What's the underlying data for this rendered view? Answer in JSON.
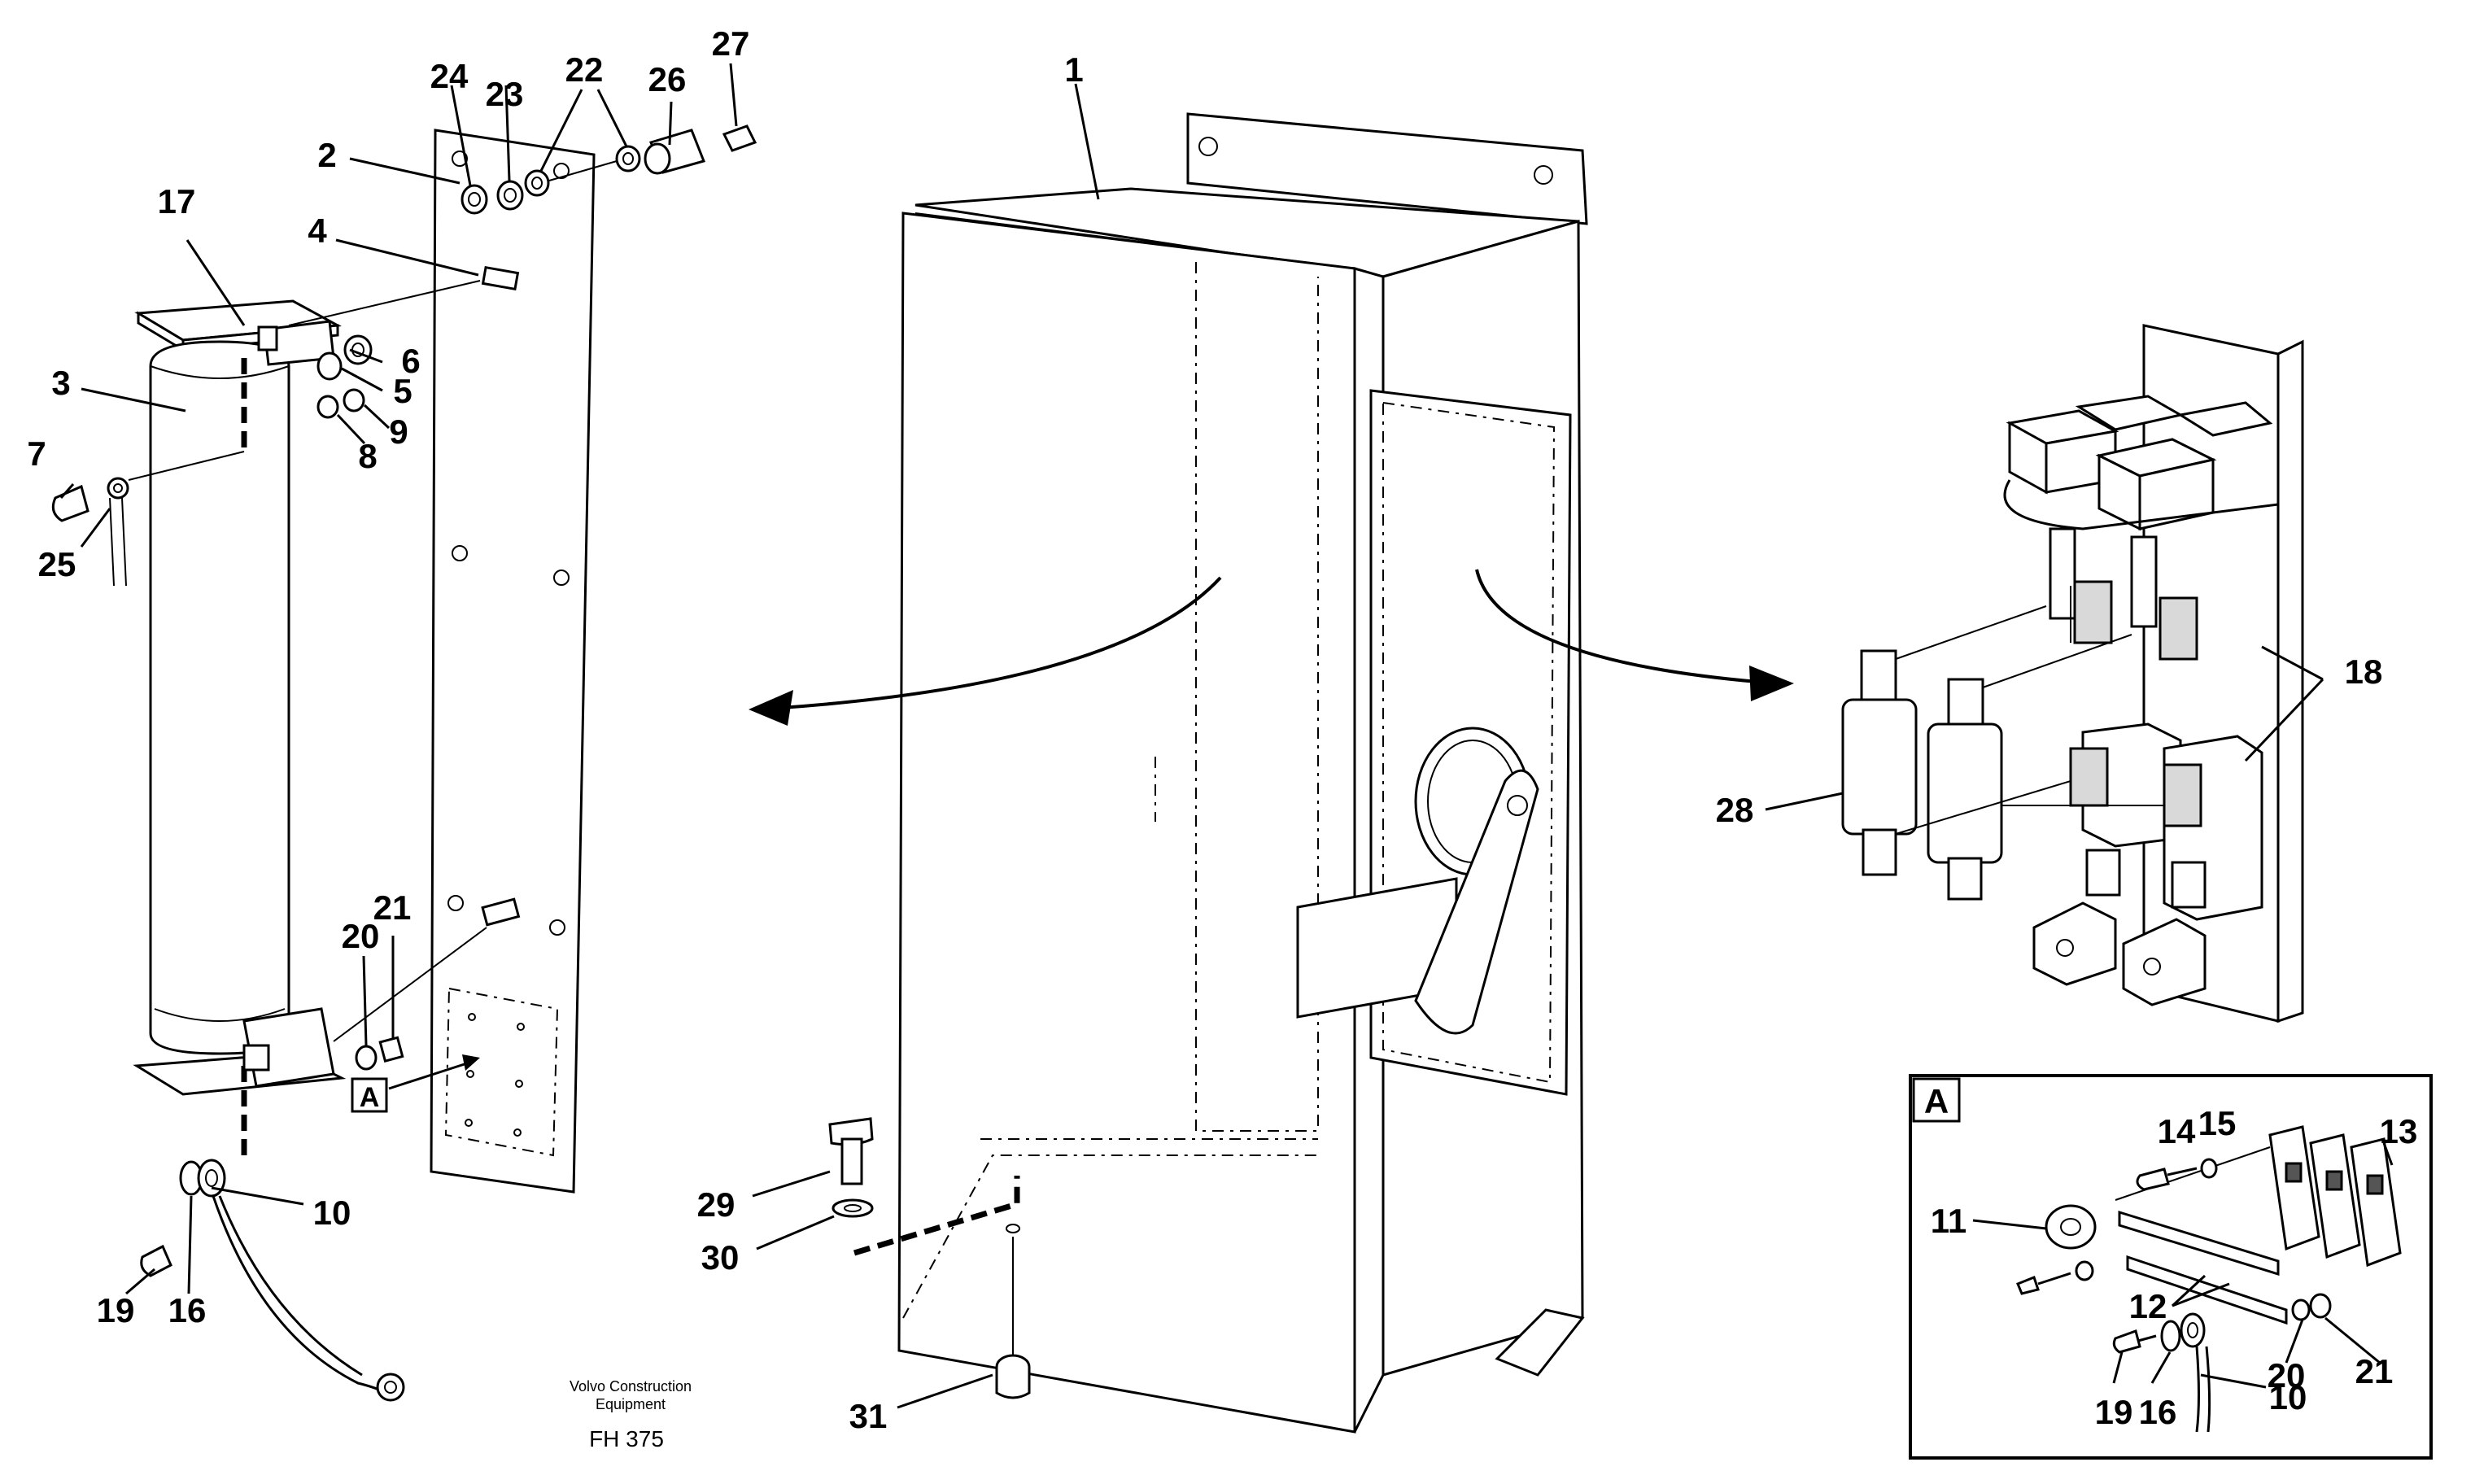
{
  "callouts": {
    "n1": "1",
    "n2": "2",
    "n3": "3",
    "n4": "4",
    "n5": "5",
    "n6": "6",
    "n7": "7",
    "n8": "8",
    "n9": "9",
    "n10": "10",
    "n11": "11",
    "n12": "12",
    "n13": "13",
    "n14": "14",
    "n15": "15",
    "n16": "16",
    "n17": "17",
    "n18": "18",
    "n19": "19",
    "n20": "20",
    "n21": "21",
    "n22": "22",
    "n23": "23",
    "n24": "24",
    "n25": "25",
    "n26": "26",
    "n27": "27",
    "n28": "28",
    "n29": "29",
    "n30": "30",
    "n31": "31"
  },
  "detail_labels": {
    "a_main": "A",
    "a_inset": "A"
  },
  "footer": {
    "maker_line1": "Volvo Construction",
    "maker_line2": "Equipment",
    "drawing_code": "FH 375"
  }
}
